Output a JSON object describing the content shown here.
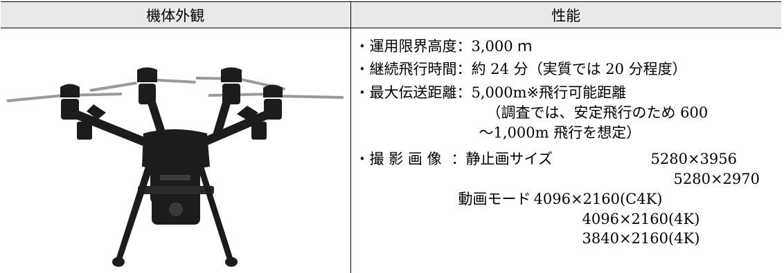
{
  "table": {
    "header_left": "機体外観",
    "header_right": "性能"
  },
  "specs": {
    "altitude_label": "・運用限界高度",
    "altitude_value": "：3,000 ｍ",
    "flight_time_label": "・継続飛行時間",
    "flight_time_value": "：約 24 分（実質では 20 分程度）",
    "range_label": "・最大伝送距離",
    "range_value": "：5,000m※飛行可能距離",
    "range_note_1": "（調査では、安定飛行のため 600",
    "range_note_2": "～1,000m 飛行を想定）",
    "image_label": "・撮 影 画 像",
    "image_colon": "：",
    "still_label": "静止画サイズ",
    "still_size_1": "5280×3956",
    "still_size_2": "5280×2970",
    "video_label": "動画モード",
    "video_size_1": "4096×2160(C4K)",
    "video_size_2": "4096×2160(4K)",
    "video_size_3": "3840×2160(4K)"
  },
  "colors": {
    "header_bg": "#e9e9e9",
    "border": "#000000",
    "drone_body": "#1c1c1c"
  },
  "icons": {
    "drone_image": "quadcopter-drone"
  }
}
